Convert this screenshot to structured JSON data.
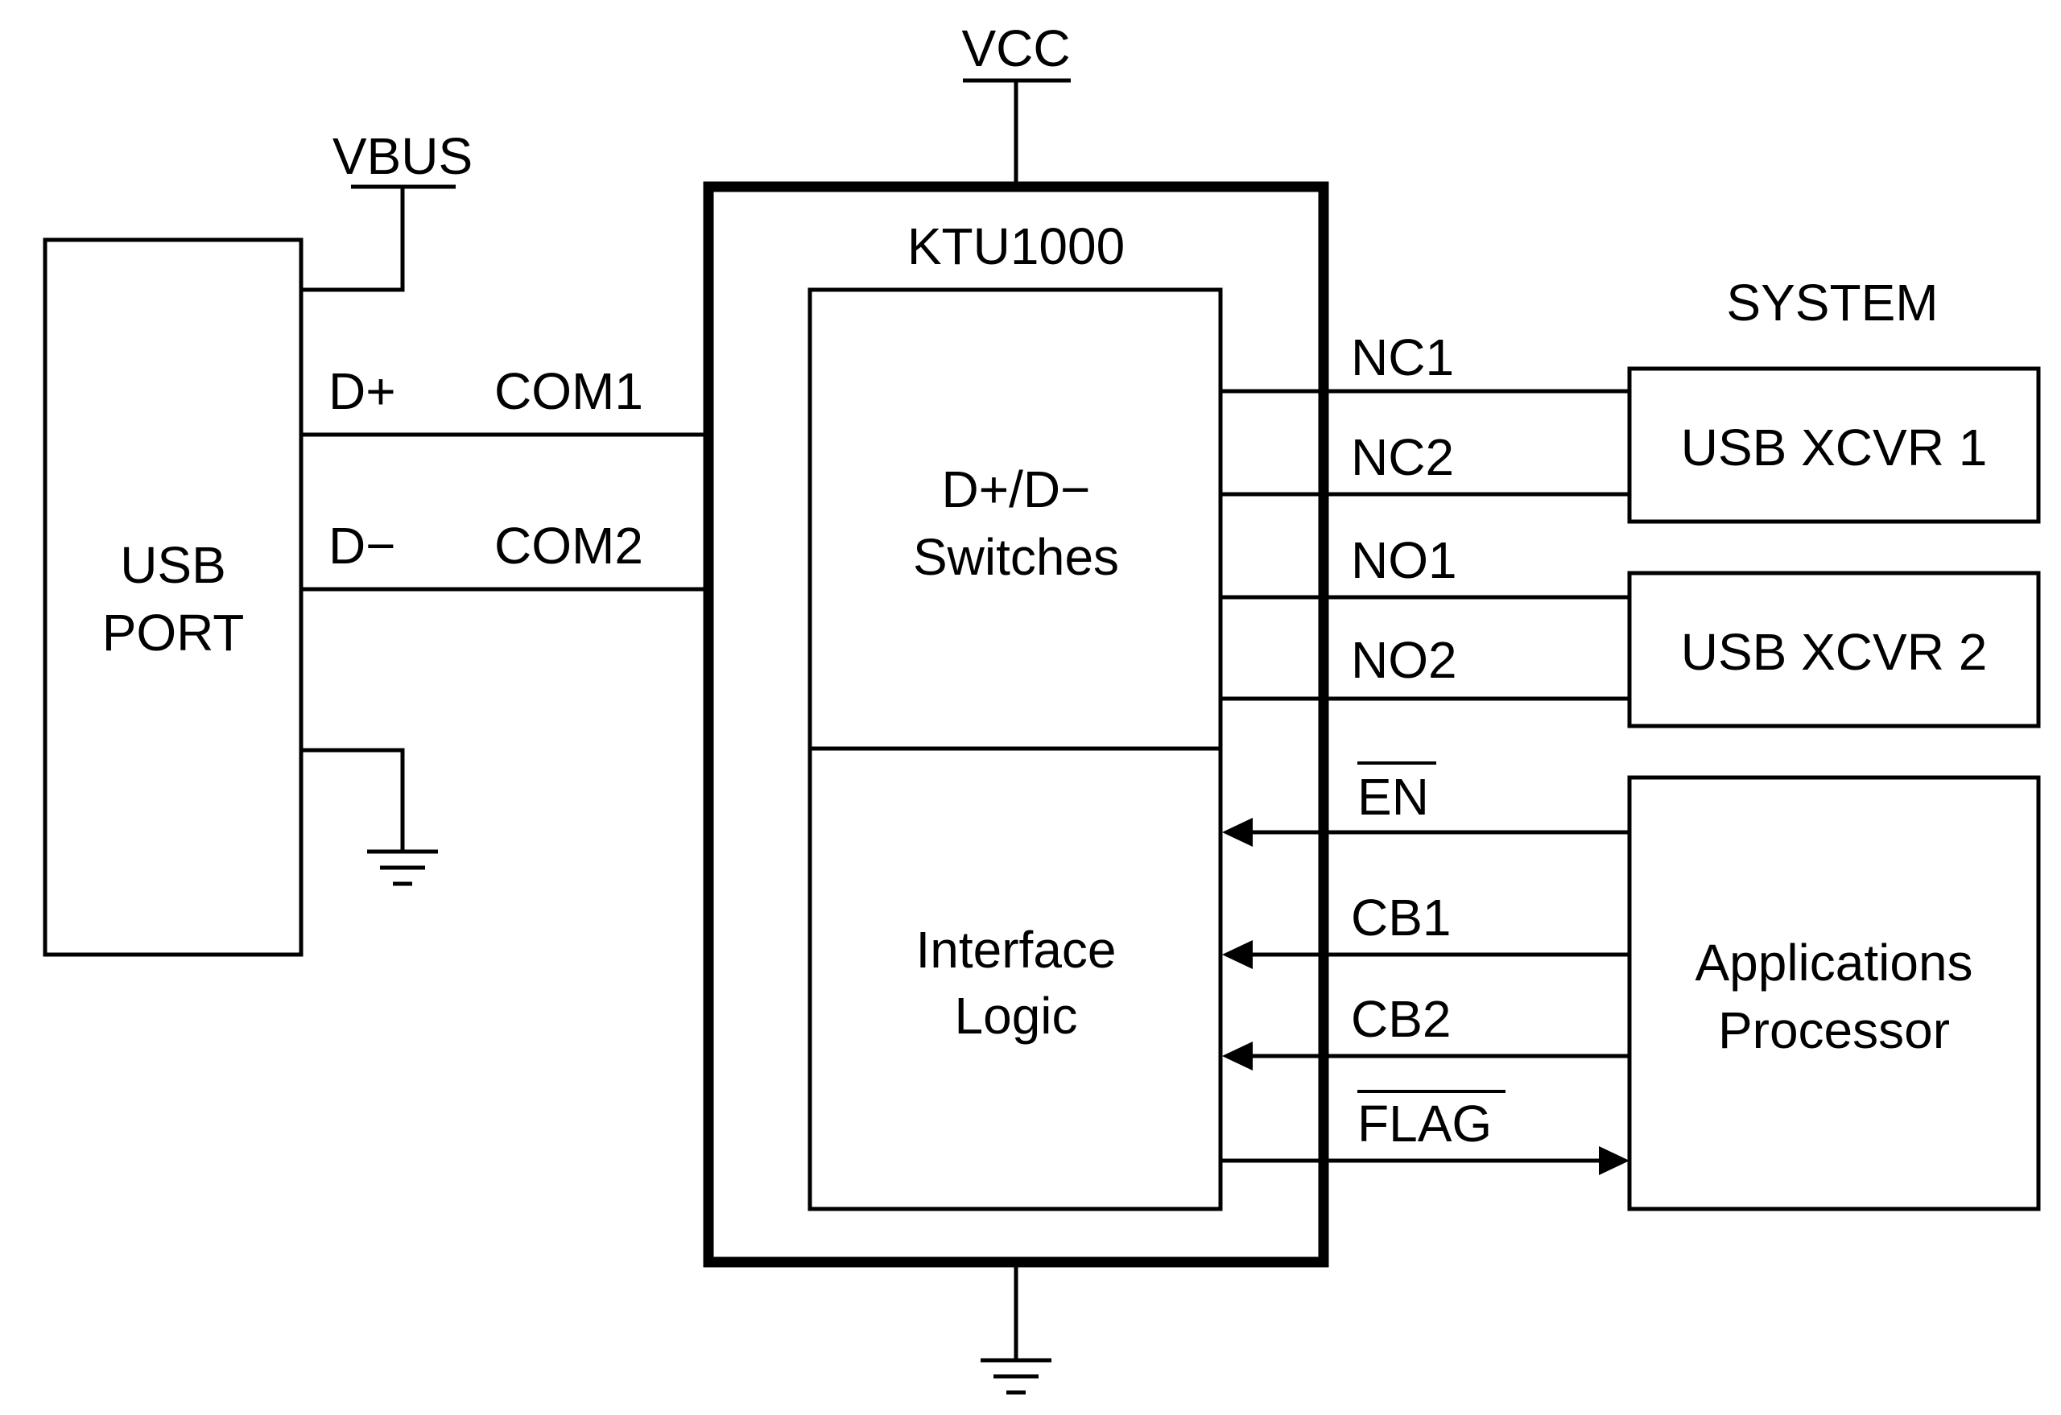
{
  "power": {
    "vcc": "VCC",
    "vbus": "VBUS"
  },
  "chip": {
    "name": "KTU1000",
    "switch_block": [
      "D+/D−",
      "Switches"
    ],
    "logic_block": [
      "Interface",
      "Logic"
    ]
  },
  "usb_port": {
    "lines": [
      "USB",
      "PORT"
    ]
  },
  "usb_lines": [
    {
      "port_label": "D+",
      "com_label": "COM1"
    },
    {
      "port_label": "D−",
      "com_label": "COM2"
    }
  ],
  "system": {
    "title": "SYSTEM",
    "xcvr1": "USB XCVR 1",
    "xcvr2": "USB XCVR 2",
    "processor": [
      "Applications",
      "Processor"
    ]
  },
  "switch_pins": [
    "NC1",
    "NC2",
    "NO1",
    "NO2"
  ],
  "control_pins": [
    {
      "label": "EN",
      "overbar": true,
      "direction": "in"
    },
    {
      "label": "CB1",
      "overbar": false,
      "direction": "in"
    },
    {
      "label": "CB2",
      "overbar": false,
      "direction": "in"
    },
    {
      "label": "FLAG",
      "overbar": true,
      "direction": "out"
    }
  ]
}
